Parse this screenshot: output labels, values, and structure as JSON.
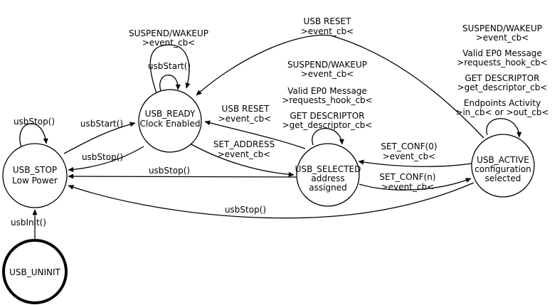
{
  "diagram": {
    "type": "state-machine",
    "background_color": "#ffffff",
    "line_color": "#000000",
    "states": {
      "usb_uninit": {
        "line1": "USB_UNINIT"
      },
      "usb_stop": {
        "line1": "USB_STOP",
        "line2": "Low Power"
      },
      "usb_ready": {
        "line1": "USB_READY",
        "line2": "Clock Enabled"
      },
      "usb_selected": {
        "line1": "USB_SELECTED",
        "line2": "address",
        "line3": "assigned"
      },
      "usb_active": {
        "line1": "USB_ACTIVE",
        "line2": "configuration",
        "line3": "selected"
      }
    },
    "edges": {
      "uninit_to_stop": {
        "label": "usbInit()"
      },
      "stop_self": {
        "label": "usbStop()"
      },
      "stop_to_ready": {
        "label": "usbStart()"
      },
      "ready_to_stop": {
        "label": "usbStop()"
      },
      "ready_self_start": {
        "label": "usbStart()"
      },
      "ready_self_suspend": {
        "line1": "SUSPEND/WAKEUP",
        "line2": ">event_cb<"
      },
      "active_to_ready": {
        "line1": "USB RESET",
        "line2": ">event_cb<"
      },
      "selected_to_ready": {
        "line1": "USB RESET",
        "line2": ">event_cb<"
      },
      "ready_to_selected": {
        "line1": "SET_ADDRESS",
        "line2": ">event_cb<"
      },
      "selected_self": {
        "l1": "SUSPEND/WAKEUP",
        "l2": ">event_cb<",
        "l3": "Valid EP0 Message",
        "l4": ">requests_hook_cb<",
        "l5": "GET DESCRIPTOR",
        "l6": ">get_descriptor_cb<"
      },
      "selected_to_stop": {
        "label": "usbStop()"
      },
      "selected_to_active": {
        "line1": "SET_CONF(n)",
        "line2": ">event_cb<"
      },
      "active_to_selected": {
        "line1": "SET_CONF(0)",
        "line2": ">event_cb<"
      },
      "active_to_stop": {
        "label": "usbStop()"
      },
      "active_self": {
        "l1": "SUSPEND/WAKEUP",
        "l2": ">event_cb<",
        "l3": "Valid EP0 Message",
        "l4": ">requests_hook_cb<",
        "l5": "GET DESCRIPTOR",
        "l6": ">get_descriptor_cb<",
        "l7": "Endpoints Activity",
        "l8": ">in_cb< or >out_cb<"
      }
    }
  }
}
